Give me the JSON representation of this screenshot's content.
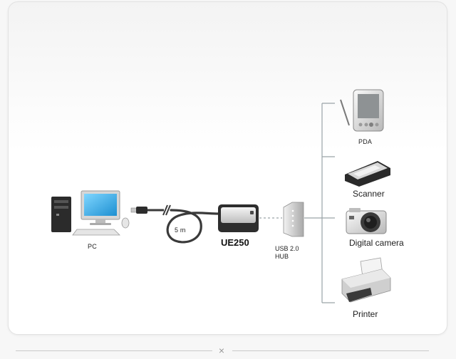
{
  "labels": {
    "pc": "PC",
    "cable_length": "5 m",
    "extender": "UE250",
    "hub_line1": "USB 2.0",
    "hub_line2": "HUB",
    "pda": "PDA",
    "scanner": "Scanner",
    "digital_camera": "Digital camera",
    "printer": "Printer"
  },
  "footer": {
    "close_glyph": "×"
  },
  "colors": {
    "line": "#9aa3a8",
    "cable": "#3a3a3a",
    "screen": "#35b6f0",
    "device_dark": "#2f2f2f",
    "device_light": "#d9d9d9"
  }
}
